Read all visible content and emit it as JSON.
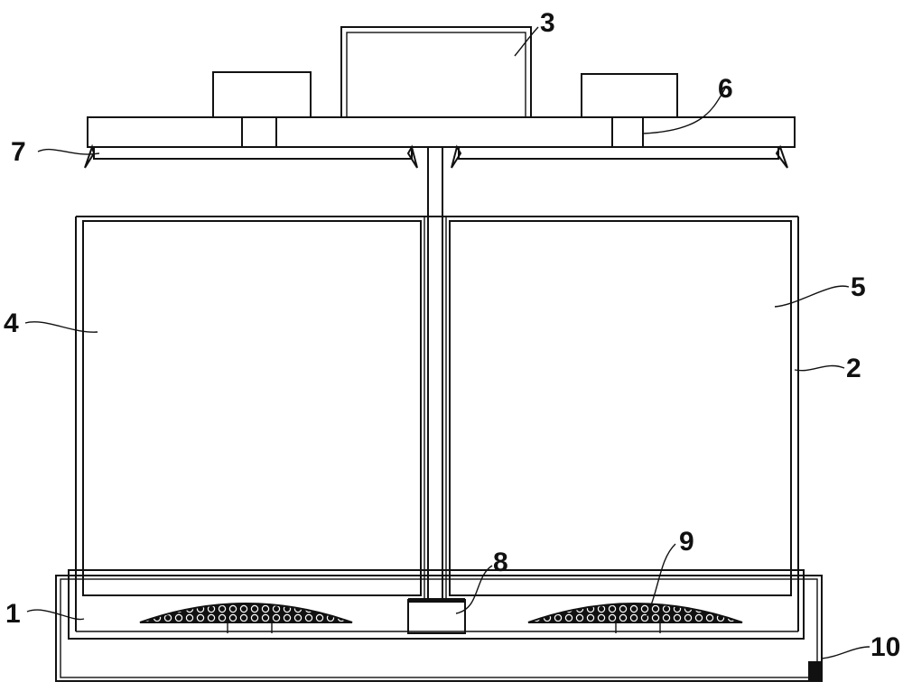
{
  "figure": {
    "labels": {
      "l1": "1",
      "l2": "2",
      "l3": "3",
      "l4": "4",
      "l5": "5",
      "l6": "6",
      "l7": "7",
      "l8": "8",
      "l9": "9",
      "l10": "10"
    },
    "colors": {
      "line": "#111111",
      "background": "#ffffff"
    }
  }
}
